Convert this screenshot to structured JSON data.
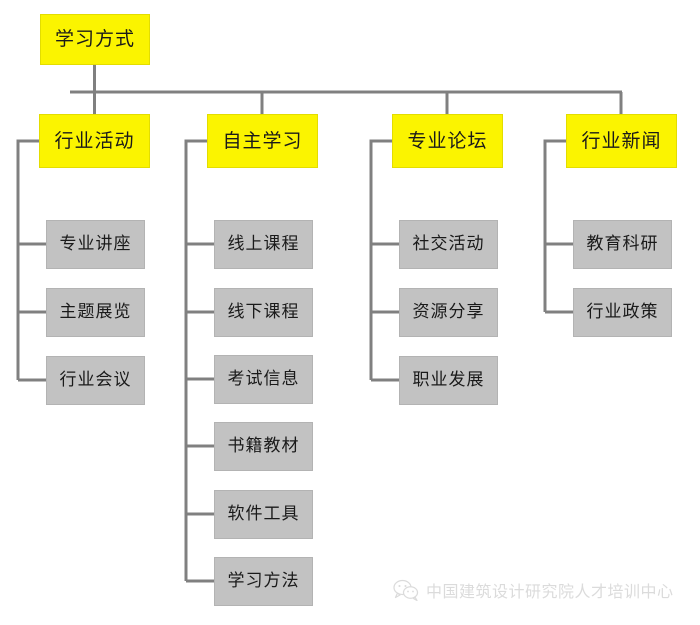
{
  "diagram": {
    "type": "organizational-tree",
    "title": "学习方式",
    "orientation": "top-down-then-left-vertical",
    "colors": {
      "level1_fill": "#FBF400",
      "level2_fill": "#FBF400",
      "leaf_fill": "#C2C2C2",
      "connector": "#808080",
      "text": "#1A1A1A",
      "background": "#FFFFFF"
    },
    "root": {
      "label": "学习方式"
    },
    "branches": [
      {
        "label": "行业活动",
        "children": [
          {
            "label": "专业讲座"
          },
          {
            "label": "主题展览"
          },
          {
            "label": "行业会议"
          }
        ]
      },
      {
        "label": "自主学习",
        "children": [
          {
            "label": "线上课程"
          },
          {
            "label": "线下课程"
          },
          {
            "label": "考试信息"
          },
          {
            "label": "书籍教材"
          },
          {
            "label": "软件工具"
          },
          {
            "label": "学习方法"
          }
        ]
      },
      {
        "label": "专业论坛",
        "children": [
          {
            "label": "社交活动"
          },
          {
            "label": "资源分享"
          },
          {
            "label": "职业发展"
          }
        ]
      },
      {
        "label": "行业新闻",
        "children": [
          {
            "label": "教育科研"
          },
          {
            "label": "行业政策"
          }
        ]
      }
    ]
  },
  "watermark": {
    "icon": "wechat-icon",
    "text": "中国建筑设计研究院人才培训中心"
  }
}
